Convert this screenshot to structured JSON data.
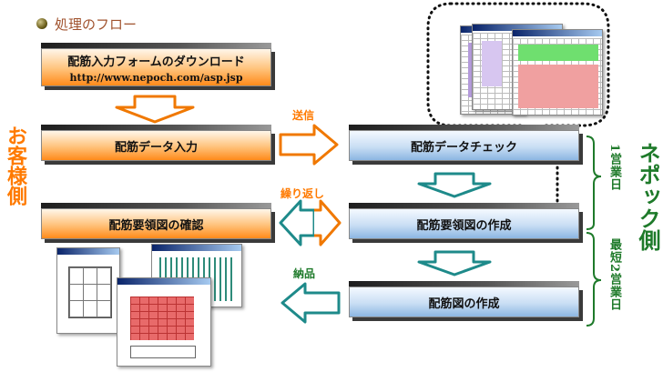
{
  "header": {
    "title": "処理のフロー"
  },
  "sides": {
    "customer": "お客様側",
    "nepoch": "ネポック側"
  },
  "boxes": {
    "download_line1": "配筋入力フォームのダウンロード",
    "download_line2": "http://www.nepoch.com/asp.jsp",
    "data_input": "配筋データ入力",
    "data_check": "配筋データチェック",
    "confirm": "配筋要領図の確認",
    "create_guide": "配筋要領図の作成",
    "create_drawing": "配筋図の作成"
  },
  "arrows": {
    "send": "送信",
    "repeat": "繰り返し",
    "deliver": "納品"
  },
  "durations": {
    "one_day": "1営業日",
    "two_days": "最短2営業日"
  },
  "colors": {
    "customer_accent": "#ff7a00",
    "nepoch_accent": "#1e7a2a",
    "arrow_orange": "#f07800",
    "arrow_teal": "#1e8a8a"
  }
}
